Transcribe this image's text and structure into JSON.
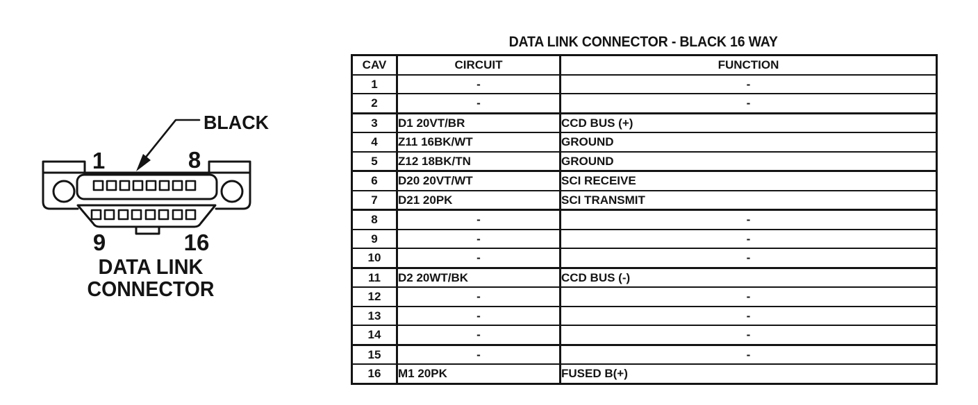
{
  "diagram": {
    "color_label": "BLACK",
    "pin_top_left": "1",
    "pin_top_right": "8",
    "pin_bottom_left": "9",
    "pin_bottom_right": "16",
    "caption_line1": "DATA LINK",
    "caption_line2": "CONNECTOR"
  },
  "table": {
    "title": "DATA LINK CONNECTOR - BLACK 16 WAY",
    "columns": [
      "CAV",
      "CIRCUIT",
      "FUNCTION"
    ],
    "rows": [
      {
        "cav": "1",
        "circuit": "-",
        "function": "-"
      },
      {
        "cav": "2",
        "circuit": "-",
        "function": "-"
      },
      {
        "cav": "3",
        "circuit": "D1 20VT/BR",
        "function": "CCD BUS (+)"
      },
      {
        "cav": "4",
        "circuit": "Z11 16BK/WT",
        "function": "GROUND"
      },
      {
        "cav": "5",
        "circuit": "Z12 18BK/TN",
        "function": "GROUND"
      },
      {
        "cav": "6",
        "circuit": "D20 20VT/WT",
        "function": "SCI RECEIVE"
      },
      {
        "cav": "7",
        "circuit": "D21 20PK",
        "function": "SCI TRANSMIT"
      },
      {
        "cav": "8",
        "circuit": "-",
        "function": "-"
      },
      {
        "cav": "9",
        "circuit": "-",
        "function": "-"
      },
      {
        "cav": "10",
        "circuit": "-",
        "function": "-"
      },
      {
        "cav": "11",
        "circuit": "D2 20WT/BK",
        "function": "CCD BUS (-)"
      },
      {
        "cav": "12",
        "circuit": "-",
        "function": "-"
      },
      {
        "cav": "13",
        "circuit": "-",
        "function": "-"
      },
      {
        "cav": "14",
        "circuit": "-",
        "function": "-"
      },
      {
        "cav": "15",
        "circuit": "-",
        "function": "-"
      },
      {
        "cav": "16",
        "circuit": "M1 20PK",
        "function": "FUSED B(+)"
      }
    ]
  },
  "colors": {
    "ink": "#141414",
    "paper": "#ffffff"
  }
}
